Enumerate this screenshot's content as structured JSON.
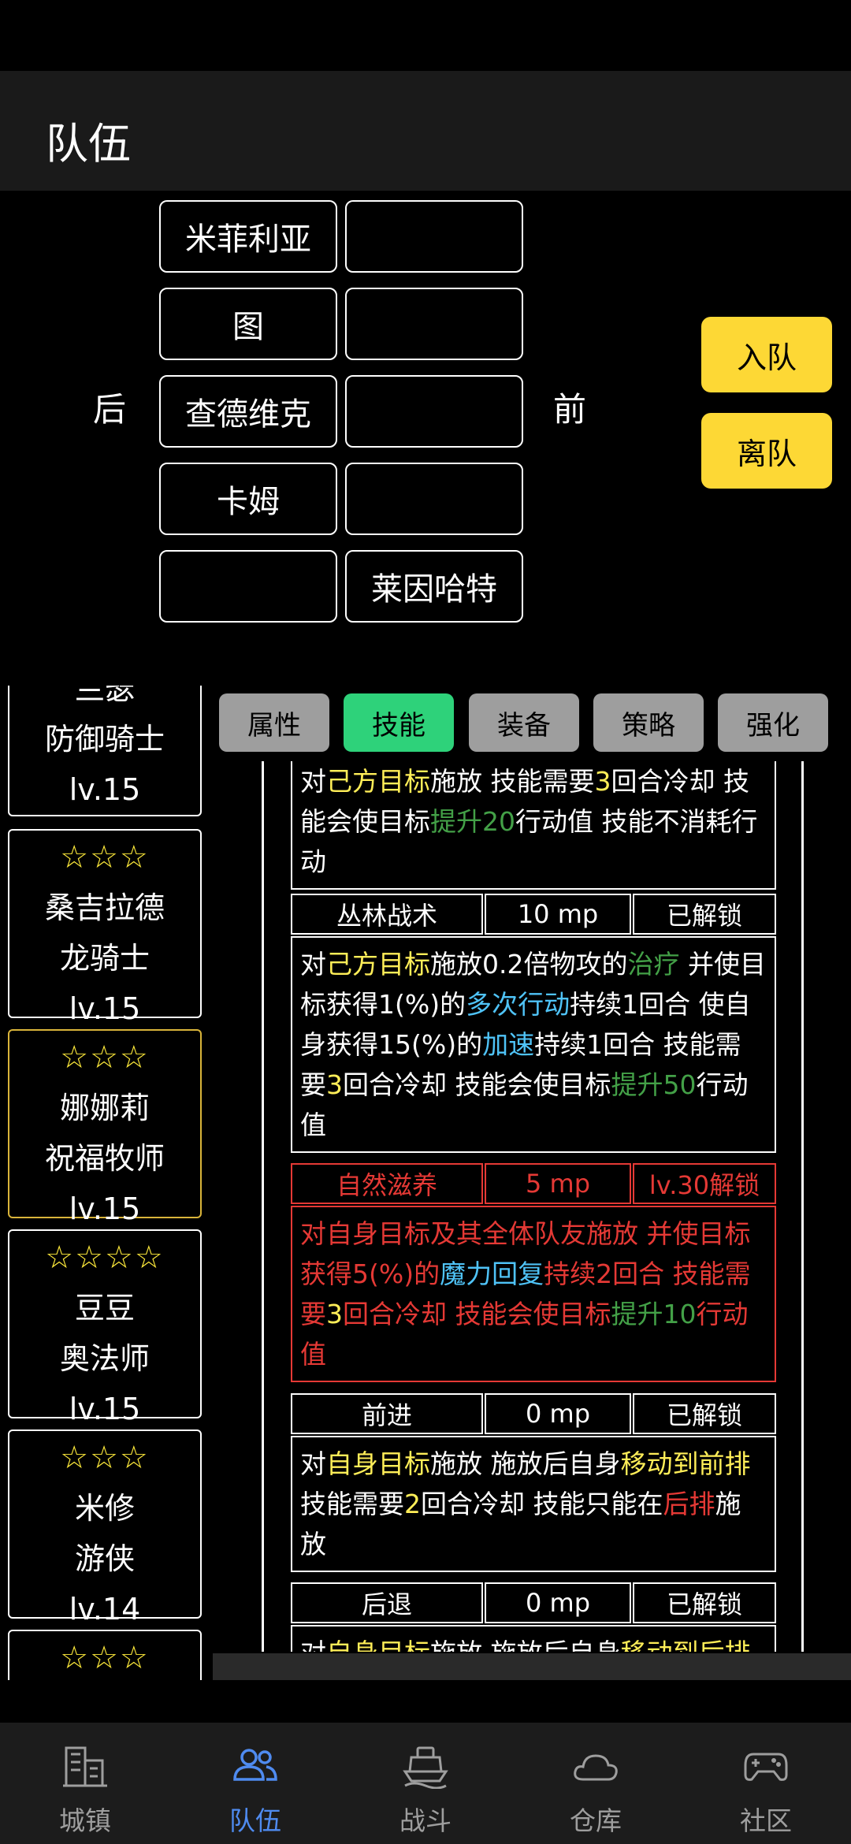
{
  "header": {
    "title": "队伍"
  },
  "formation": {
    "back_label": "后",
    "front_label": "前",
    "back_slots": [
      "米菲利亚",
      "图",
      "查德维克",
      "卡姆",
      ""
    ],
    "front_slots": [
      "",
      "",
      "",
      "",
      "莱因哈特"
    ],
    "join_label": "入队",
    "leave_label": "离队"
  },
  "characters": [
    {
      "stars": "",
      "name": "兰瑟",
      "class": "防御骑士",
      "level": "lv.15"
    },
    {
      "stars": "☆☆☆",
      "name": "桑吉拉德",
      "class": "龙骑士",
      "level": "lv.15"
    },
    {
      "stars": "☆☆☆",
      "name": "娜娜莉",
      "class": "祝福牧师",
      "level": "lv.15"
    },
    {
      "stars": "☆☆☆☆",
      "name": "豆豆",
      "class": "奥法师",
      "level": "lv.15"
    },
    {
      "stars": "☆☆☆",
      "name": "米修",
      "class": "游侠",
      "level": "lv.14"
    },
    {
      "stars": "☆☆☆"
    }
  ],
  "tabs": [
    "属性",
    "技能",
    "装备",
    "策略",
    "强化"
  ],
  "skills": [
    {
      "partial": true,
      "desc": [
        {
          "t": "对",
          "c": ""
        },
        {
          "t": "己方目标",
          "c": "y"
        },
        {
          "t": "施放 技能需要",
          "c": ""
        },
        {
          "t": "3",
          "c": "y"
        },
        {
          "t": "回合冷却 技能会使目标",
          "c": ""
        },
        {
          "t": "提升20",
          "c": "g"
        },
        {
          "t": "行动值 技能不消耗行动",
          "c": ""
        }
      ]
    },
    {
      "name": "丛林战术",
      "mp": "10 mp",
      "status": "已解锁",
      "desc": [
        {
          "t": "对",
          "c": ""
        },
        {
          "t": "己方目标",
          "c": "y"
        },
        {
          "t": "施放0.2倍物攻的",
          "c": ""
        },
        {
          "t": "治疗",
          "c": "g"
        },
        {
          "t": " 并使目标获得1(%)的",
          "c": ""
        },
        {
          "t": "多次行动",
          "c": "b"
        },
        {
          "t": "持续1回合 使自身获得15(%)的",
          "c": ""
        },
        {
          "t": "加速",
          "c": "b"
        },
        {
          "t": "持续1回合 技能需要",
          "c": ""
        },
        {
          "t": "3",
          "c": "y"
        },
        {
          "t": "回合冷却 技能会使目标",
          "c": ""
        },
        {
          "t": "提升50",
          "c": "g"
        },
        {
          "t": "行动值",
          "c": ""
        }
      ]
    },
    {
      "name": "自然滋养",
      "mp": "5 mp",
      "status": "lv.30解锁",
      "locked": true,
      "desc": [
        {
          "t": "对自身目标及其全体队友施放 并使目标获得5(%)的",
          "c": ""
        },
        {
          "t": "魔力回复",
          "c": "b"
        },
        {
          "t": "持续2回合 技能需要",
          "c": ""
        },
        {
          "t": "3",
          "c": "y"
        },
        {
          "t": "回合冷却 技能会使目标",
          "c": ""
        },
        {
          "t": "提升10",
          "c": "g"
        },
        {
          "t": "行动值",
          "c": ""
        }
      ]
    },
    {
      "name": "前进",
      "mp": "0 mp",
      "status": "已解锁",
      "desc": [
        {
          "t": "对",
          "c": ""
        },
        {
          "t": "自身目标",
          "c": "y"
        },
        {
          "t": "施放 施放后自身",
          "c": ""
        },
        {
          "t": "移动到前排",
          "c": "y"
        },
        {
          "t": " 技能需要",
          "c": ""
        },
        {
          "t": "2",
          "c": "y"
        },
        {
          "t": "回合冷却 技能只能在",
          "c": ""
        },
        {
          "t": "后排",
          "c": "r"
        },
        {
          "t": "施放",
          "c": ""
        }
      ]
    },
    {
      "name": "后退",
      "mp": "0 mp",
      "status": "已解锁",
      "desc": [
        {
          "t": "对",
          "c": ""
        },
        {
          "t": "自身目标",
          "c": "y"
        },
        {
          "t": "施放 施放后自身",
          "c": ""
        },
        {
          "t": "移动到后排",
          "c": "y"
        }
      ]
    }
  ],
  "bottom_nav": {
    "active": 1,
    "items": [
      {
        "label": "城镇",
        "icon": "town-icon"
      },
      {
        "label": "队伍",
        "icon": "team-icon"
      },
      {
        "label": "战斗",
        "icon": "battle-icon"
      },
      {
        "label": "仓库",
        "icon": "warehouse-icon"
      },
      {
        "label": "社区",
        "icon": "community-icon"
      }
    ]
  },
  "colors": {
    "accent_yellow": "#fdd835",
    "tab_active": "#2ed27a",
    "nav_active": "#4f8bf0",
    "locked_red": "#e53935"
  }
}
